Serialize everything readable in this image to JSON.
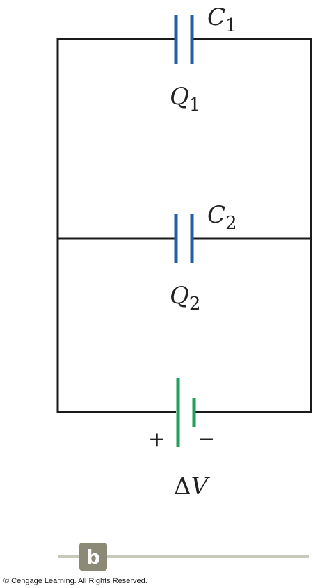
{
  "capacitor_top": {
    "label": "C",
    "label_sub": "1",
    "charge": "Q",
    "charge_sub": "1"
  },
  "capacitor_middle": {
    "label": "C",
    "label_sub": "2",
    "charge": "Q",
    "charge_sub": "2"
  },
  "battery": {
    "plus": "+",
    "minus": "−",
    "voltage_delta": "Δ",
    "voltage_var": "V"
  },
  "part_tab": {
    "label": "b"
  },
  "footer": {
    "copyright": "© Cengage Learning. All Rights Reserved."
  },
  "colors": {
    "wire": "#1a1a1a",
    "capacitor": "#1f5fa8",
    "battery": "#1ea05a",
    "tab": "#8a8a76",
    "tab_line": "#c8c9b8"
  }
}
